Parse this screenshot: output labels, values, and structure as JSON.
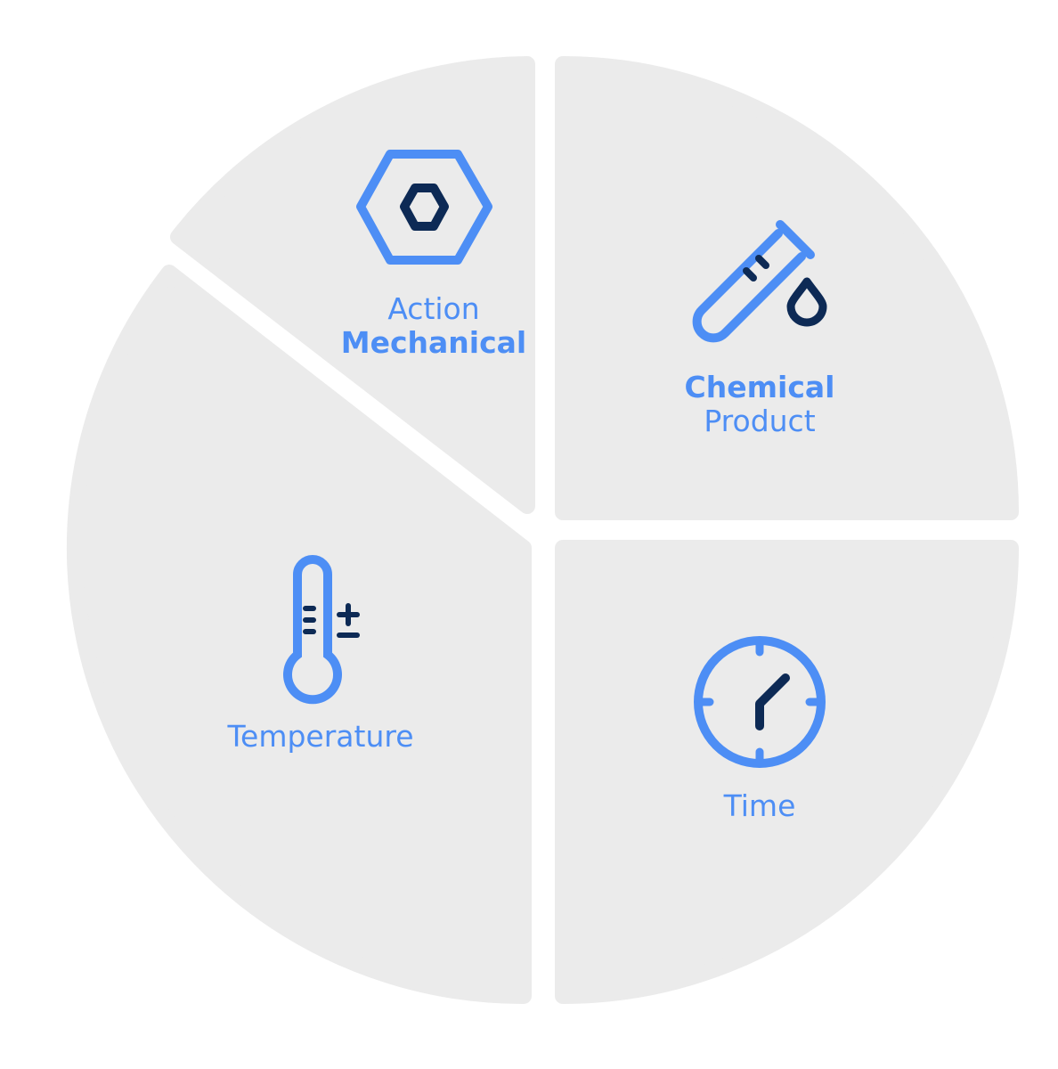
{
  "colors": {
    "slice": "#ebebeb",
    "accent": "#4d8ef5",
    "dark": "#0d2a55"
  },
  "segments": [
    {
      "id": "mechanical",
      "line1": "Action",
      "line2": "Mechanical",
      "icon": "hex-nut-icon"
    },
    {
      "id": "chemical",
      "line1": "Chemical",
      "line2": "Product",
      "icon": "test-tube-icon"
    },
    {
      "id": "temperature",
      "line1": "Temperature",
      "icon": "thermometer-icon"
    },
    {
      "id": "time",
      "line1": "Time",
      "icon": "clock-icon"
    }
  ]
}
